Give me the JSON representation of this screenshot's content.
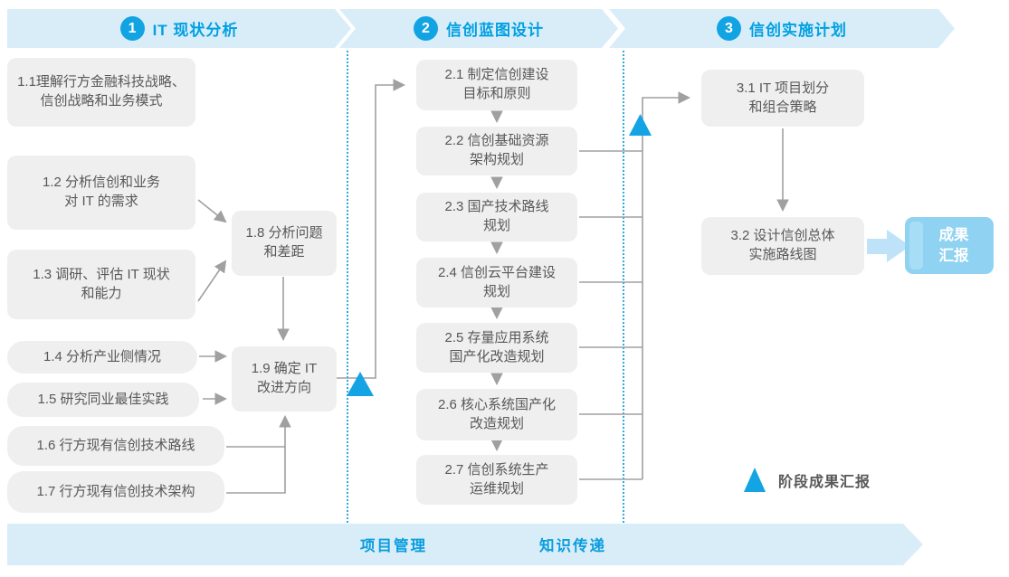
{
  "banner": {
    "phases": [
      {
        "number": "1",
        "label": "IT 现状分析"
      },
      {
        "number": "2",
        "label": "信创蓝图设计"
      },
      {
        "number": "3",
        "label": "信创实施计划"
      }
    ]
  },
  "phase1": {
    "b11": {
      "line1": "1.1理解行方金融科技战略、",
      "line2": "信创战略和业务模式"
    },
    "b12": {
      "line1": "1.2 分析信创和业务",
      "line2": "对 IT 的需求"
    },
    "b13": {
      "line1": "1.3 调研、评估 IT 现状",
      "line2": "和能力"
    },
    "b14": {
      "line1": "1.4 分析产业侧情况"
    },
    "b15": {
      "line1": "1.5 研究同业最佳实践"
    },
    "b16": {
      "line1": "1.6 行方现有信创技术路线"
    },
    "b17": {
      "line1": "1.7 行方现有信创技术架构"
    },
    "b18": {
      "line1": "1.8 分析问题",
      "line2": "和差距"
    },
    "b19": {
      "line1": "1.9 确定 IT",
      "line2": "改进方向"
    }
  },
  "phase2": {
    "b21": {
      "line1": "2.1 制定信创建设",
      "line2": "目标和原则"
    },
    "b22": {
      "line1": "2.2 信创基础资源",
      "line2": "架构规划"
    },
    "b23": {
      "line1": "2.3 国产技术路线",
      "line2": "规划"
    },
    "b24": {
      "line1": "2.4 信创云平台建设",
      "line2": "规划"
    },
    "b25": {
      "line1": "2.5 存量应用系统",
      "line2": "国产化改造规划"
    },
    "b26": {
      "line1": "2.6 核心系统国产化",
      "line2": "改造规划"
    },
    "b27": {
      "line1": "2.7 信创系统生产",
      "line2": "运维规划"
    }
  },
  "phase3": {
    "b31": {
      "line1": "3.1 IT 项目划分",
      "line2": "和组合策略"
    },
    "b32": {
      "line1": "3.2 设计信创总体",
      "line2": "实施路线图"
    },
    "result": {
      "line1": "成果",
      "line2": "汇报"
    }
  },
  "footer": {
    "left": "项目管理",
    "right": "知识传递"
  },
  "legend": {
    "label": "阶段成果汇报"
  },
  "colors": {
    "banner_fill": "#D9EDF9",
    "phase_text": "#00A0E2",
    "phase_circle": "#12A3E3",
    "node_fill": "#EFEFEF",
    "node_text": "#595757",
    "connector_gray": "#A0A0A0",
    "milestone_blue": "#14A3E3",
    "divider_dotted": "#2FAADE",
    "result_fill": "#8FD2F1",
    "result_arrow_fill": "#BEE3F8",
    "footer_text": "#0A9EDD"
  }
}
